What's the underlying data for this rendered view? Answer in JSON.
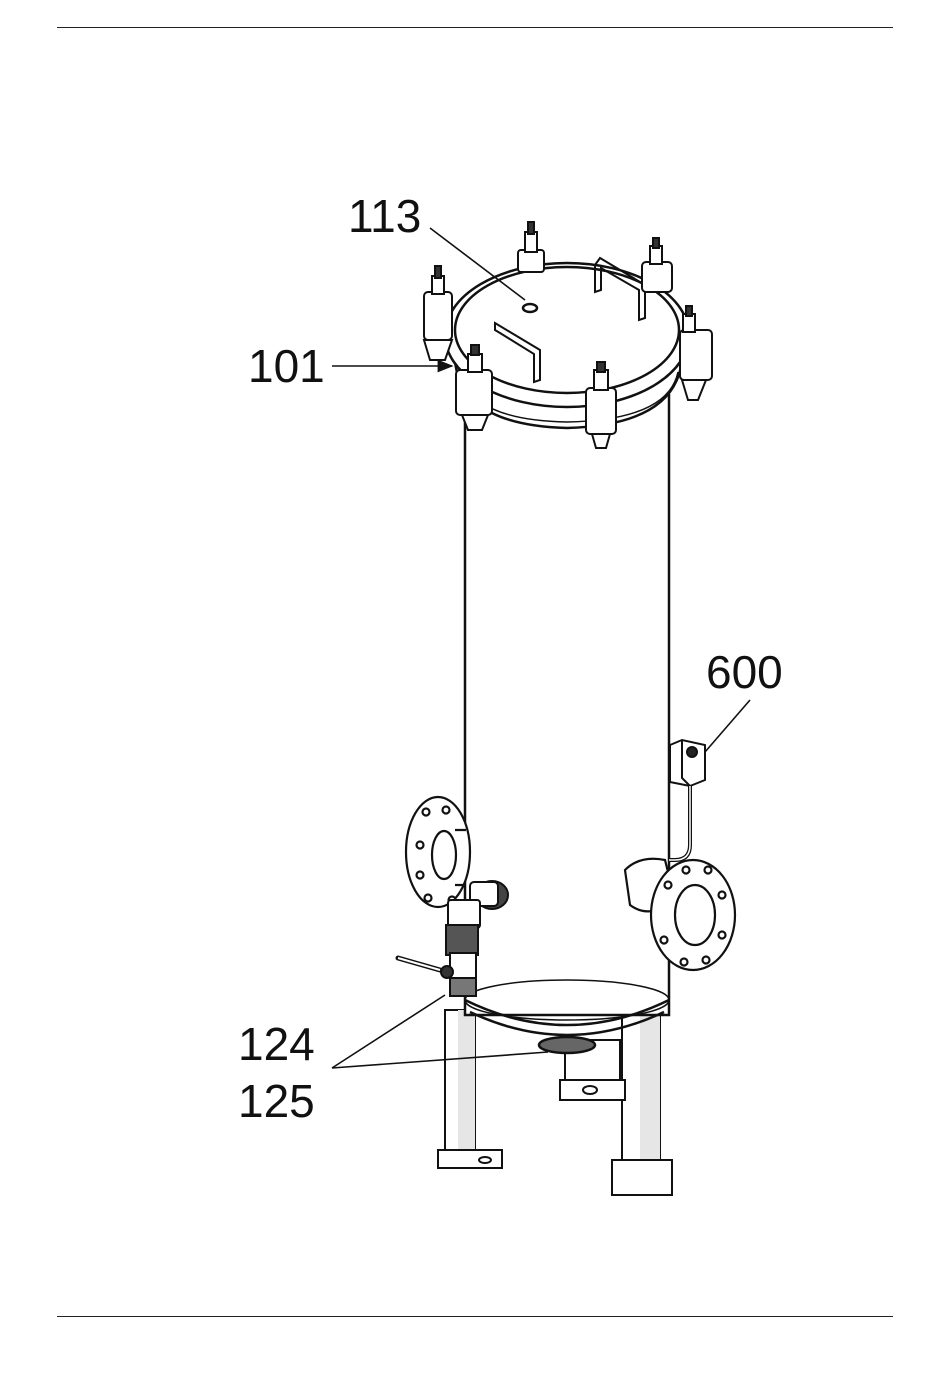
{
  "callouts": {
    "c113": "113",
    "c101": "101",
    "c600": "600",
    "c124": "124",
    "c125": "125"
  },
  "colors": {
    "line": "#111111",
    "shade": "#6e6e6e",
    "light": "#d9d9d9",
    "background": "#ffffff"
  }
}
